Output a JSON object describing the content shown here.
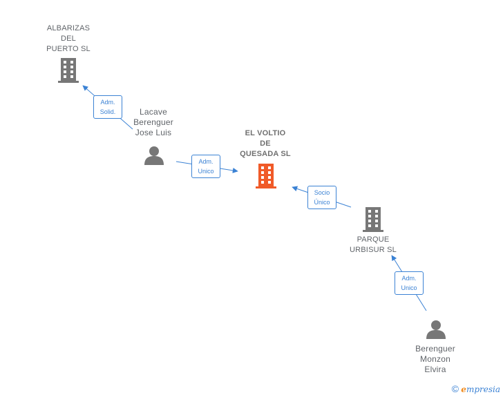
{
  "nodes": {
    "albarizas": {
      "label": "ALBARIZAS\nDEL\nPUERTO SL",
      "type": "company"
    },
    "lacave": {
      "label": "Lacave\nBerenguer\nJose Luis",
      "type": "person"
    },
    "voltio": {
      "label": "EL VOLTIO\nDE\nQUESADA SL",
      "type": "company-main"
    },
    "parque": {
      "label": "PARQUE\nURBISUR SL",
      "type": "company"
    },
    "berenguer": {
      "label": "Berenguer\nMonzon\nElvira",
      "type": "person"
    }
  },
  "edges": [
    {
      "id": "lacave-albarizas",
      "label": "Adm.\nSolid."
    },
    {
      "id": "lacave-voltio",
      "label": "Adm.\nUnico"
    },
    {
      "id": "parque-voltio",
      "label": "Socio\nÚnico"
    },
    {
      "id": "berenguer-parque",
      "label": "Adm.\nUnico"
    }
  ],
  "colors": {
    "company": "#777777",
    "company_main": "#f05a28",
    "person": "#777777",
    "edge": "#3b82d4"
  },
  "icons": {
    "company": "building-icon",
    "person": "person-icon"
  },
  "footer": {
    "copyright_symbol": "©",
    "brand_first": "e",
    "brand_rest": "mpresia"
  }
}
